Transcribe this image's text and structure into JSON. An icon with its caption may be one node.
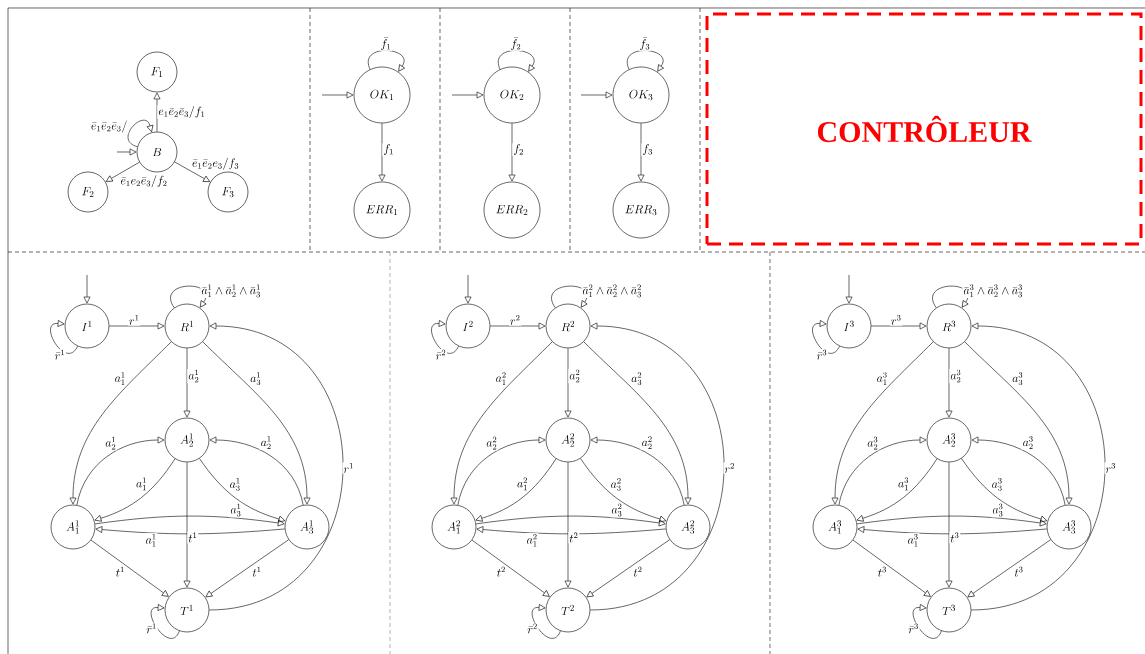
{
  "diagram": {
    "nodes": [
      {
        "text": [
          "F_1"
        ]
      },
      {
        "text": [
          "B"
        ]
      },
      {
        "text": [
          "F_2"
        ]
      },
      {
        "text": [
          "F_3"
        ]
      },
      {
        "text": [
          "OK_1"
        ]
      },
      {
        "text": [
          "ERR_1"
        ]
      },
      {
        "text": [
          "OK_2"
        ]
      },
      {
        "text": [
          "ERR_2"
        ]
      },
      {
        "text": [
          "OK_3"
        ]
      },
      {
        "text": [
          "ERR_3"
        ]
      },
      {
        "text": [
          "CONTRÔLEUR"
        ]
      },
      {
        "text": [
          "I^1"
        ]
      },
      {
        "text": [
          "R^1"
        ]
      },
      {
        "text": [
          "A^1_2"
        ]
      },
      {
        "text": [
          "A^1_1"
        ]
      },
      {
        "text": [
          "A^1_3"
        ]
      },
      {
        "text": [
          "T^1"
        ]
      },
      {
        "text": [
          "I^2"
        ]
      },
      {
        "text": [
          "R^2"
        ]
      },
      {
        "text": [
          "A^2_2"
        ]
      },
      {
        "text": [
          "A^2_1"
        ]
      },
      {
        "text": [
          "A^2_3"
        ]
      },
      {
        "text": [
          "T^2"
        ]
      },
      {
        "text": [
          "I^3"
        ]
      },
      {
        "text": [
          "R^3"
        ]
      },
      {
        "text": [
          "A^3_2"
        ]
      },
      {
        "text": [
          "A^3_1"
        ]
      },
      {
        "text": [
          "A^3_3"
        ]
      },
      {
        "text": [
          "T^3"
        ]
      }
    ],
    "edges": [
      {
        "from": null,
        "to": 1,
        "arrow": "to"
      },
      {
        "from": 1,
        "to": 1,
        "arrow": "to",
        "label": "\\bar{e}_1\\bar{e}_2\\bar{e}_3/"
      },
      {
        "from": 1,
        "to": 0,
        "arrow": "to",
        "label": "e_1\\bar{e}_2\\bar{e}_3/f_1"
      },
      {
        "from": 1,
        "to": 2,
        "arrow": "to",
        "label": "\\bar{e}_1 e_2\\bar{e}_3/f_2"
      },
      {
        "from": 1,
        "to": 3,
        "arrow": "to",
        "label": "\\bar{e}_1\\bar{e}_2 e_3/f_3"
      },
      {
        "from": null,
        "to": 4,
        "arrow": "to"
      },
      {
        "from": 4,
        "to": 4,
        "arrow": "to",
        "label": "\\bar{f}_1"
      },
      {
        "from": 4,
        "to": 5,
        "arrow": "to",
        "label": "f_1"
      },
      {
        "from": null,
        "to": 6,
        "arrow": "to"
      },
      {
        "from": 6,
        "to": 6,
        "arrow": "to",
        "label": "\\bar{f}_2"
      },
      {
        "from": 6,
        "to": 7,
        "arrow": "to",
        "label": "f_2"
      },
      {
        "from": null,
        "to": 8,
        "arrow": "to"
      },
      {
        "from": 8,
        "to": 8,
        "arrow": "to",
        "label": "\\bar{f}_3"
      },
      {
        "from": 8,
        "to": 9,
        "arrow": "to",
        "label": "f_3"
      },
      {
        "from": null,
        "to": 11,
        "arrow": "to"
      },
      {
        "from": 11,
        "to": 11,
        "arrow": "to",
        "label": "\\bar{r}^1"
      },
      {
        "from": 11,
        "to": 12,
        "arrow": "to",
        "label": "r^1"
      },
      {
        "from": 12,
        "to": 12,
        "arrow": "to",
        "label": "\\bar{a}^1_1\\wedge\\bar{a}^1_2\\wedge\\bar{a}^1_3"
      },
      {
        "from": 12,
        "to": 14,
        "arrow": "to",
        "label": "a^1_1"
      },
      {
        "from": 12,
        "to": 13,
        "arrow": "to",
        "label": "a^1_2"
      },
      {
        "from": 12,
        "to": 15,
        "arrow": "to",
        "label": "a^1_3"
      },
      {
        "from": 14,
        "to": 13,
        "arrow": "to",
        "label": "a^1_2"
      },
      {
        "from": 15,
        "to": 13,
        "arrow": "to",
        "label": "a^1_2"
      },
      {
        "from": 13,
        "to": 14,
        "arrow": "to",
        "label": "a^1_1"
      },
      {
        "from": 13,
        "to": 15,
        "arrow": "to",
        "label": "a^1_3"
      },
      {
        "from": 14,
        "to": 15,
        "arrow": "to",
        "label": "a^1_3"
      },
      {
        "from": 15,
        "to": 14,
        "arrow": "to",
        "label": "a^1_1"
      },
      {
        "from": 14,
        "to": 16,
        "arrow": "to",
        "label": "t^1"
      },
      {
        "from": 13,
        "to": 16,
        "arrow": "to",
        "label": "t^1"
      },
      {
        "from": 15,
        "to": 16,
        "arrow": "to",
        "label": "t^1"
      },
      {
        "from": 16,
        "to": 16,
        "arrow": "to",
        "label": "\\bar{r}^1"
      },
      {
        "from": 16,
        "to": 12,
        "arrow": "to",
        "label": "r^1"
      },
      {
        "from": null,
        "to": 17,
        "arrow": "to"
      },
      {
        "from": 17,
        "to": 17,
        "arrow": "to",
        "label": "\\bar{r}^2"
      },
      {
        "from": 17,
        "to": 18,
        "arrow": "to",
        "label": "r^2"
      },
      {
        "from": 18,
        "to": 18,
        "arrow": "to",
        "label": "\\bar{a}^2_1\\wedge\\bar{a}^2_2\\wedge\\bar{a}^2_3"
      },
      {
        "from": 18,
        "to": 20,
        "arrow": "to",
        "label": "a^2_1"
      },
      {
        "from": 18,
        "to": 19,
        "arrow": "to",
        "label": "a^2_2"
      },
      {
        "from": 18,
        "to": 21,
        "arrow": "to",
        "label": "a^2_3"
      },
      {
        "from": 20,
        "to": 19,
        "arrow": "to",
        "label": "a^2_2"
      },
      {
        "from": 21,
        "to": 19,
        "arrow": "to",
        "label": "a^2_2"
      },
      {
        "from": 19,
        "to": 20,
        "arrow": "to",
        "label": "a^2_1"
      },
      {
        "from": 19,
        "to": 21,
        "arrow": "to",
        "label": "a^2_3"
      },
      {
        "from": 20,
        "to": 21,
        "arrow": "to",
        "label": "a^2_3"
      },
      {
        "from": 21,
        "to": 20,
        "arrow": "to",
        "label": "a^2_1"
      },
      {
        "from": 20,
        "to": 22,
        "arrow": "to",
        "label": "t^2"
      },
      {
        "from": 19,
        "to": 22,
        "arrow": "to",
        "label": "t^2"
      },
      {
        "from": 21,
        "to": 22,
        "arrow": "to",
        "label": "t^2"
      },
      {
        "from": 22,
        "to": 22,
        "arrow": "to",
        "label": "\\bar{r}^2"
      },
      {
        "from": 22,
        "to": 18,
        "arrow": "to",
        "label": "r^2"
      },
      {
        "from": null,
        "to": 23,
        "arrow": "to"
      },
      {
        "from": 23,
        "to": 23,
        "arrow": "to",
        "label": "\\bar{r}^3"
      },
      {
        "from": 23,
        "to": 24,
        "arrow": "to",
        "label": "r^3"
      },
      {
        "from": 24,
        "to": 24,
        "arrow": "to",
        "label": "\\bar{a}^3_1\\wedge\\bar{a}^3_2\\wedge\\bar{a}^3_3"
      },
      {
        "from": 24,
        "to": 26,
        "arrow": "to",
        "label": "a^3_1"
      },
      {
        "from": 24,
        "to": 25,
        "arrow": "to",
        "label": "a^3_2"
      },
      {
        "from": 24,
        "to": 27,
        "arrow": "to",
        "label": "a^3_3"
      },
      {
        "from": 26,
        "to": 25,
        "arrow": "to",
        "label": "a^3_2"
      },
      {
        "from": 27,
        "to": 25,
        "arrow": "to",
        "label": "a^3_2"
      },
      {
        "from": 25,
        "to": 26,
        "arrow": "to",
        "label": "a^3_1"
      },
      {
        "from": 25,
        "to": 27,
        "arrow": "to",
        "label": "a^3_3"
      },
      {
        "from": 26,
        "to": 27,
        "arrow": "to",
        "label": "a^3_3"
      },
      {
        "from": 27,
        "to": 26,
        "arrow": "to",
        "label": "a^3_1"
      },
      {
        "from": 26,
        "to": 28,
        "arrow": "to",
        "label": "t^3"
      },
      {
        "from": 25,
        "to": 28,
        "arrow": "to",
        "label": "t^3"
      },
      {
        "from": 27,
        "to": 28,
        "arrow": "to",
        "label": "t^3"
      },
      {
        "from": 28,
        "to": 28,
        "arrow": "to",
        "label": "\\bar{r}^3"
      },
      {
        "from": 28,
        "to": 24,
        "arrow": "to",
        "label": "r^3"
      }
    ]
  }
}
